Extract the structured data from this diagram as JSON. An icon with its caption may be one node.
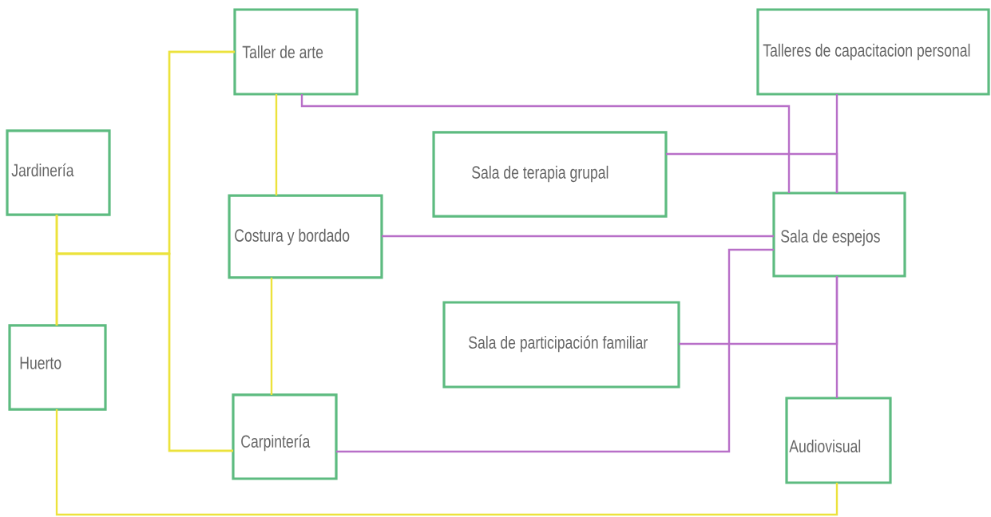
{
  "diagram": {
    "nodes": [
      {
        "text": [
          "Taller de arte"
        ]
      },
      {
        "text": [
          "Talleres de capacitacion personal"
        ]
      },
      {
        "text": [
          "Jardinería"
        ]
      },
      {
        "text": [
          "Sala de terapia grupal"
        ]
      },
      {
        "text": [
          "Costura y bordado"
        ]
      },
      {
        "text": [
          "Sala de espejos"
        ]
      },
      {
        "text": [
          "Huerto"
        ]
      },
      {
        "text": [
          "Sala de participación familiar"
        ]
      },
      {
        "text": [
          "Carpintería"
        ]
      },
      {
        "text": [
          "Audiovisual"
        ]
      }
    ],
    "edges": [
      {
        "from": 2,
        "to": 6,
        "arrow": "none",
        "color": "#ece23c"
      },
      {
        "from": 2,
        "to": 0,
        "arrow": "none",
        "color": "#ece23c"
      },
      {
        "from": 2,
        "to": 8,
        "arrow": "none",
        "color": "#ece23c"
      },
      {
        "from": 6,
        "to": 0,
        "arrow": "none",
        "color": "#ece23c"
      },
      {
        "from": 6,
        "to": 8,
        "arrow": "none",
        "color": "#ece23c"
      },
      {
        "from": 0,
        "to": 4,
        "arrow": "none",
        "color": "#ece23c"
      },
      {
        "from": 4,
        "to": 8,
        "arrow": "none",
        "color": "#ece23c"
      },
      {
        "from": 6,
        "to": 9,
        "arrow": "none",
        "color": "#ece23c"
      },
      {
        "from": 0,
        "to": 5,
        "arrow": "none",
        "color": "#b86fc8"
      },
      {
        "from": 1,
        "to": 5,
        "arrow": "none",
        "color": "#b86fc8"
      },
      {
        "from": 3,
        "to": 5,
        "arrow": "none",
        "color": "#b86fc8"
      },
      {
        "from": 4,
        "to": 5,
        "arrow": "none",
        "color": "#b86fc8"
      },
      {
        "from": 8,
        "to": 5,
        "arrow": "none",
        "color": "#b86fc8"
      },
      {
        "from": 5,
        "to": 9,
        "arrow": "none",
        "color": "#b86fc8"
      },
      {
        "from": 7,
        "to": 5,
        "arrow": "none",
        "color": "#b86fc8"
      }
    ]
  }
}
